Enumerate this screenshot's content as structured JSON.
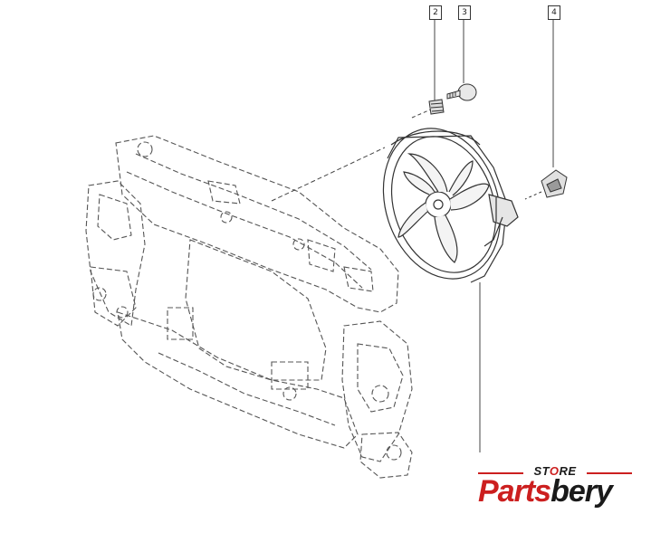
{
  "callouts": {
    "screw": "2",
    "washer": "3",
    "connector": "4"
  },
  "brand": {
    "store": "ST",
    "store_o": "O",
    "store_rest": "RE",
    "word_a": "Parts",
    "word_b": "bery",
    "color_red": "#cc1f1f",
    "color_dark": "#1a1a1a"
  }
}
